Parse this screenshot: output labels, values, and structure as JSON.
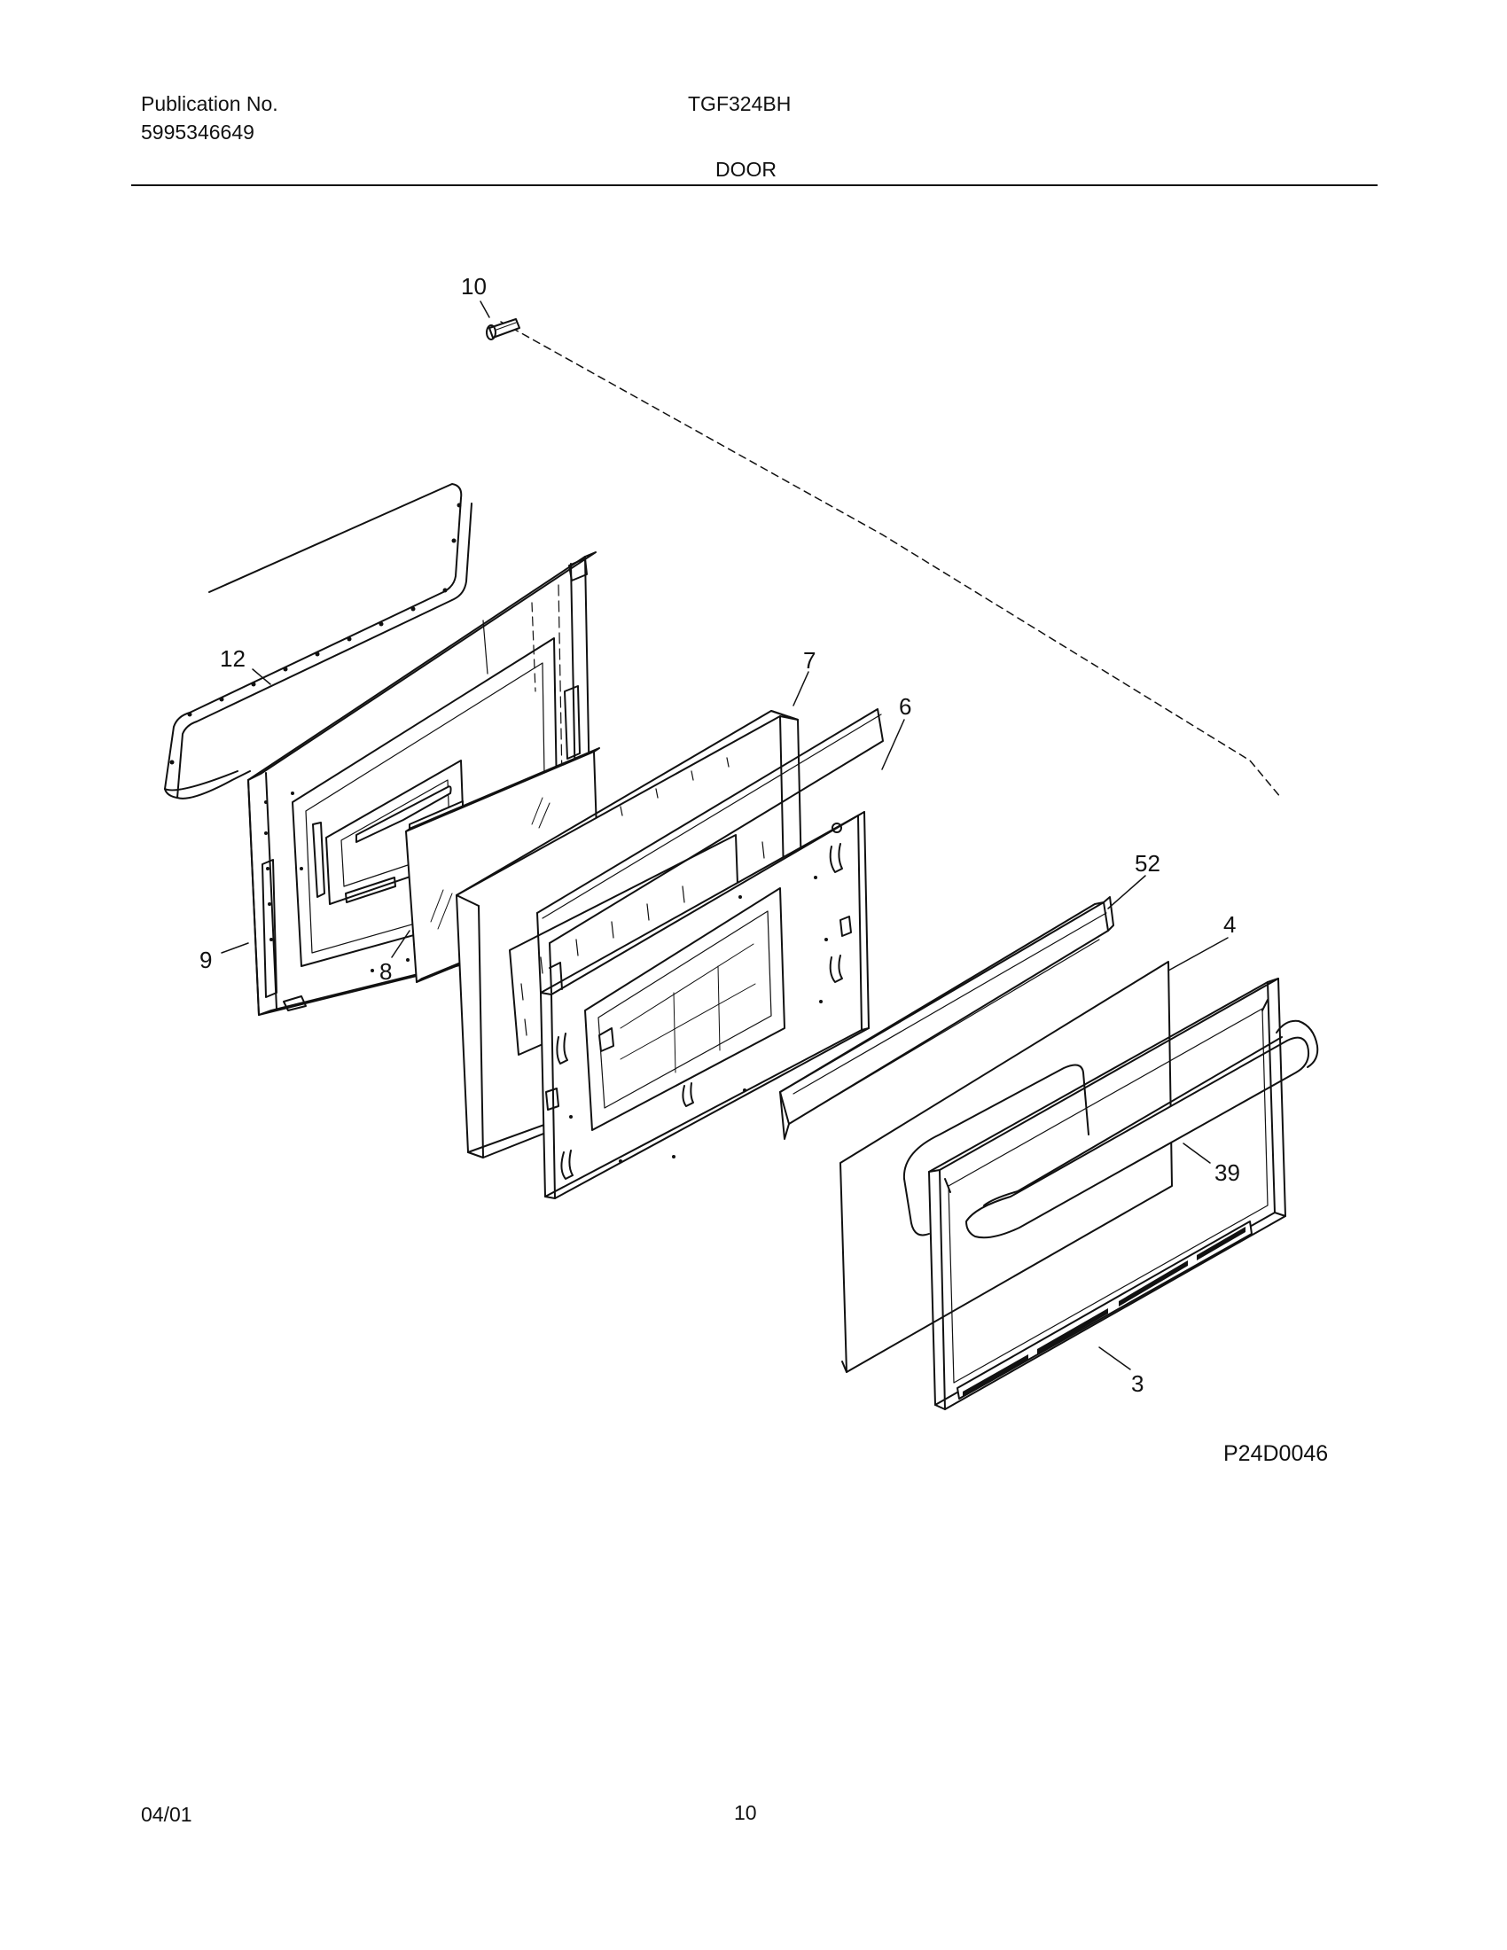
{
  "header": {
    "publication_label": "Publication No.",
    "publication_number": "5995346649",
    "model": "TGF324BH",
    "section_title": "DOOR"
  },
  "diagram": {
    "code": "P24D0046",
    "callouts": [
      "10",
      "12",
      "7",
      "6",
      "52",
      "4",
      "9",
      "8",
      "39",
      "3"
    ]
  },
  "footer": {
    "date": "04/01",
    "page": "10"
  }
}
